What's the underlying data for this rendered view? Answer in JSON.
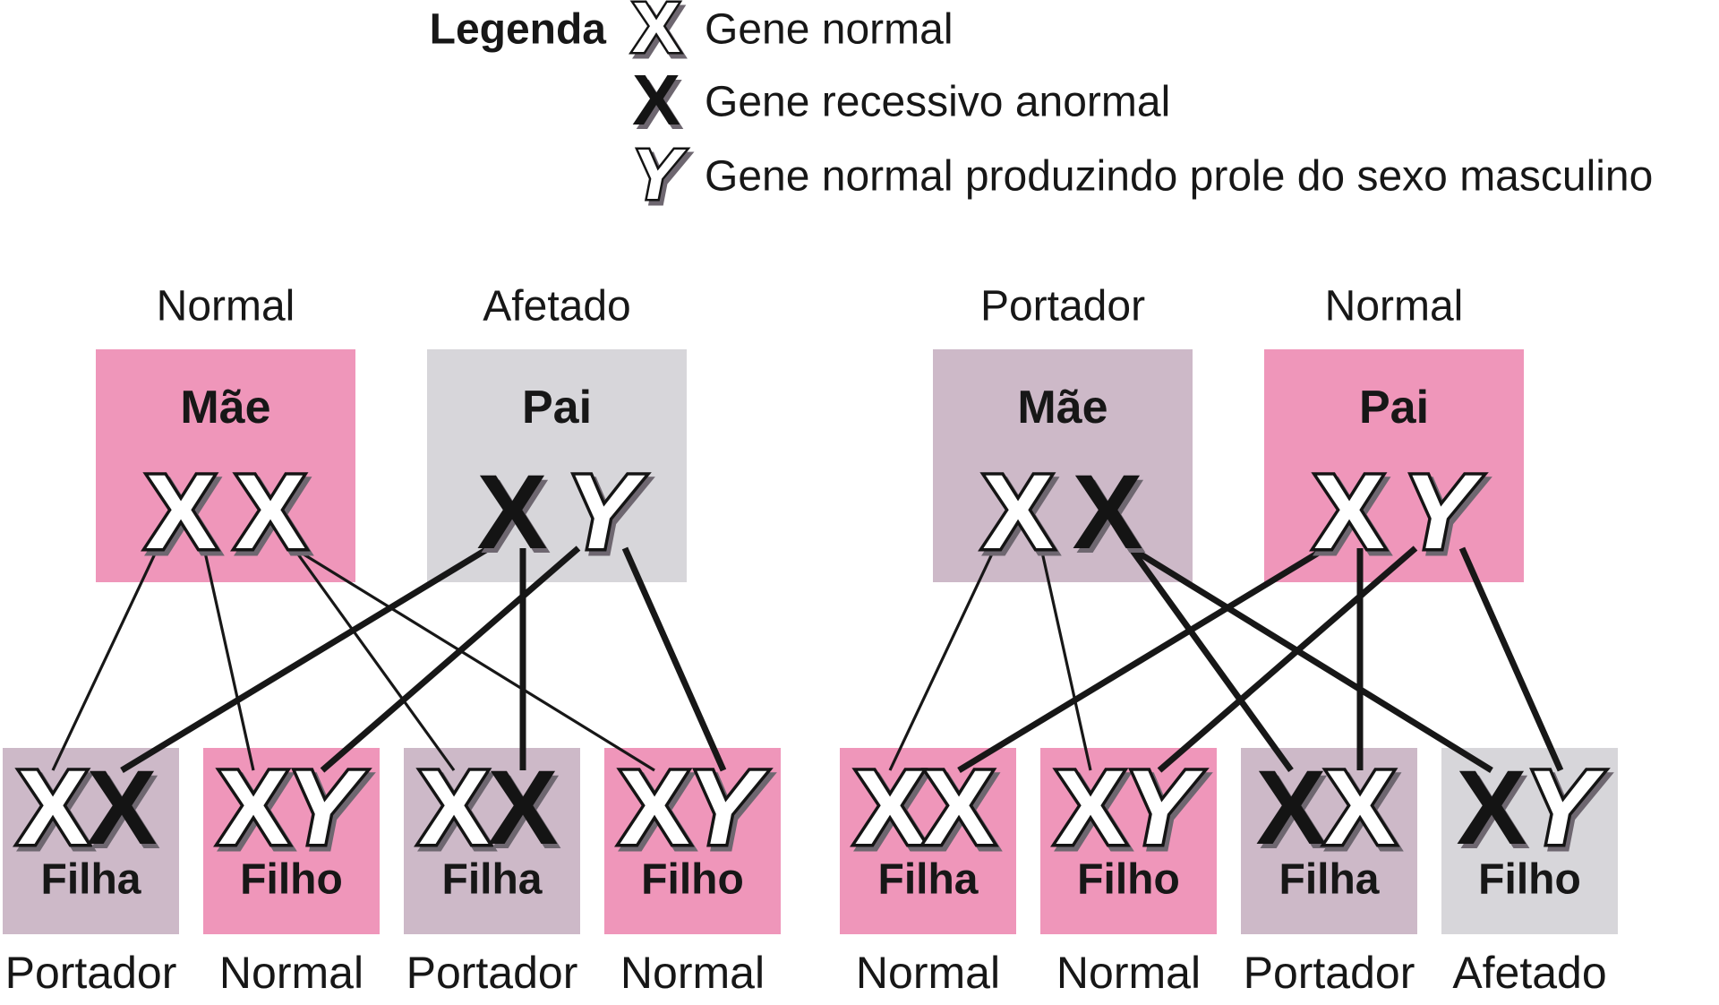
{
  "legend": {
    "title": "Legenda",
    "items": [
      {
        "symbol": "X",
        "variant": "outline",
        "label": "Gene normal"
      },
      {
        "symbol": "X",
        "variant": "solid",
        "label": "Gene recessivo anormal"
      },
      {
        "symbol": "Y",
        "variant": "outline",
        "label": "Gene normal produzindo prole do sexo masculino"
      }
    ]
  },
  "colors": {
    "pink": "#EF96BA",
    "mauve": "#CDB9C8",
    "gray": "#D7D6DA",
    "line": "#171717",
    "letter_fill_outline": "#FFFFFF",
    "letter_stroke": "#141414",
    "letter_fill_solid": "#141414",
    "letter_shadow": "#6E6770"
  },
  "crosses": [
    {
      "id": "left",
      "mother": {
        "status_label": "Normal",
        "role_label": "Mãe",
        "box_color": "pink",
        "genes": [
          {
            "s": "X",
            "v": "outline"
          },
          {
            "s": "X",
            "v": "outline"
          }
        ]
      },
      "father": {
        "status_label": "Afetado",
        "role_label": "Pai",
        "box_color": "gray",
        "genes": [
          {
            "s": "X",
            "v": "solid"
          },
          {
            "s": "Y",
            "v": "outline"
          }
        ]
      },
      "children": [
        {
          "role_label": "Filha",
          "status_label": "Portador",
          "box_color": "mauve",
          "genes": [
            {
              "s": "X",
              "v": "outline"
            },
            {
              "s": "X",
              "v": "solid"
            }
          ]
        },
        {
          "role_label": "Filho",
          "status_label": "Normal",
          "box_color": "pink",
          "genes": [
            {
              "s": "X",
              "v": "outline"
            },
            {
              "s": "Y",
              "v": "outline"
            }
          ]
        },
        {
          "role_label": "Filha",
          "status_label": "Portador",
          "box_color": "mauve",
          "genes": [
            {
              "s": "X",
              "v": "outline"
            },
            {
              "s": "X",
              "v": "solid"
            }
          ]
        },
        {
          "role_label": "Filho",
          "status_label": "Normal",
          "box_color": "pink",
          "genes": [
            {
              "s": "X",
              "v": "outline"
            },
            {
              "s": "Y",
              "v": "outline"
            }
          ]
        }
      ],
      "connections": [
        {
          "parent": "mother",
          "pg": 0,
          "child": 0,
          "cg": 0,
          "weight": "thin"
        },
        {
          "parent": "mother",
          "pg": 0,
          "child": 1,
          "cg": 0,
          "weight": "thin"
        },
        {
          "parent": "mother",
          "pg": 1,
          "child": 2,
          "cg": 0,
          "weight": "thin"
        },
        {
          "parent": "mother",
          "pg": 1,
          "child": 3,
          "cg": 0,
          "weight": "thin"
        },
        {
          "parent": "father",
          "pg": 0,
          "child": 0,
          "cg": 1,
          "weight": "thick"
        },
        {
          "parent": "father",
          "pg": 0,
          "child": 2,
          "cg": 1,
          "weight": "thick"
        },
        {
          "parent": "father",
          "pg": 1,
          "child": 1,
          "cg": 1,
          "weight": "thick"
        },
        {
          "parent": "father",
          "pg": 1,
          "child": 3,
          "cg": 1,
          "weight": "thick"
        }
      ]
    },
    {
      "id": "right",
      "mother": {
        "status_label": "Portador",
        "role_label": "Mãe",
        "box_color": "mauve",
        "genes": [
          {
            "s": "X",
            "v": "outline"
          },
          {
            "s": "X",
            "v": "solid"
          }
        ]
      },
      "father": {
        "status_label": "Normal",
        "role_label": "Pai",
        "box_color": "pink",
        "genes": [
          {
            "s": "X",
            "v": "outline"
          },
          {
            "s": "Y",
            "v": "outline"
          }
        ]
      },
      "children": [
        {
          "role_label": "Filha",
          "status_label": "Normal",
          "box_color": "pink",
          "genes": [
            {
              "s": "X",
              "v": "outline"
            },
            {
              "s": "X",
              "v": "outline"
            }
          ]
        },
        {
          "role_label": "Filho",
          "status_label": "Normal",
          "box_color": "pink",
          "genes": [
            {
              "s": "X",
              "v": "outline"
            },
            {
              "s": "Y",
              "v": "outline"
            }
          ]
        },
        {
          "role_label": "Filha",
          "status_label": "Portador",
          "box_color": "mauve",
          "genes": [
            {
              "s": "X",
              "v": "solid"
            },
            {
              "s": "X",
              "v": "outline"
            }
          ]
        },
        {
          "role_label": "Filho",
          "status_label": "Afetado",
          "box_color": "gray",
          "genes": [
            {
              "s": "X",
              "v": "solid"
            },
            {
              "s": "Y",
              "v": "outline"
            }
          ]
        }
      ],
      "connections": [
        {
          "parent": "mother",
          "pg": 0,
          "child": 0,
          "cg": 0,
          "weight": "thin"
        },
        {
          "parent": "mother",
          "pg": 0,
          "child": 1,
          "cg": 0,
          "weight": "thin"
        },
        {
          "parent": "mother",
          "pg": 1,
          "child": 2,
          "cg": 0,
          "weight": "thick"
        },
        {
          "parent": "mother",
          "pg": 1,
          "child": 3,
          "cg": 0,
          "weight": "thick"
        },
        {
          "parent": "father",
          "pg": 0,
          "child": 0,
          "cg": 1,
          "weight": "thick"
        },
        {
          "parent": "father",
          "pg": 0,
          "child": 2,
          "cg": 1,
          "weight": "thick"
        },
        {
          "parent": "father",
          "pg": 1,
          "child": 1,
          "cg": 1,
          "weight": "thick"
        },
        {
          "parent": "father",
          "pg": 1,
          "child": 3,
          "cg": 1,
          "weight": "thick"
        }
      ]
    }
  ]
}
